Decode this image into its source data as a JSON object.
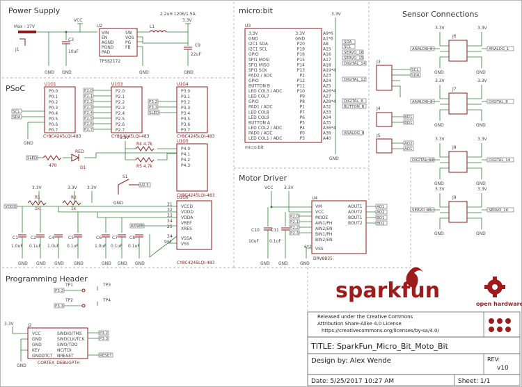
{
  "sections": {
    "power_supply": "Power Supply",
    "psoc": "PSoC",
    "microbit": "micro:bit",
    "sensor_connections": "Sensor Connections",
    "motor_driver": "Motor Driver",
    "programming_header": "Programming Header"
  },
  "power": {
    "max_label": "Max : 17V",
    "j1": "J1",
    "vcc": "VCC",
    "v33": "3.3V",
    "u2": "U2",
    "u2_pins_left": [
      "VIN",
      "EN",
      "AGND",
      "PGND",
      "PAD"
    ],
    "u2_pins_right": [
      "SW",
      "VOS",
      "PG",
      "FB"
    ],
    "u2_part": "TPS62172",
    "c3": "C3",
    "c3_val": "10uF",
    "c9": "C9",
    "c9_val": "22uF",
    "l1": "L1",
    "l1_val": "2.2uH 1206/1.5A",
    "gnd": "GND"
  },
  "microbit": {
    "u3": "U3",
    "footer": "micro:bit",
    "left": [
      "3.3V",
      "GND",
      "I2C1 SDA",
      "I2C1 SCL",
      "GPIO",
      "SPI1 MOSI",
      "SPI1 MISO",
      "SPI1 SCK",
      "PAD2 / ADC",
      "GPIO",
      "BUTTON B",
      "LED COL3 / ADC",
      "LED COL7",
      "GPIO",
      "PAD1 / ADC",
      "LED COL8",
      "LED COL9",
      "BUTTON A",
      "LED COL2 / ADC",
      "PAD0 / ADC",
      "LED COL1 / ADC"
    ],
    "right_pin": [
      "3.3V",
      "GND",
      "P20",
      "P19",
      "P16",
      "P15",
      "P14",
      "P13",
      "P2",
      "P12",
      "P11",
      "P10",
      "P9",
      "P8",
      "P1",
      "P7",
      "P6",
      "P5",
      "P4",
      "P0",
      "P3"
    ],
    "right_pad": [
      "A9*6",
      "A1*6",
      "A8",
      "A15",
      "A16",
      "A17",
      "A18",
      "A19*4",
      "A23",
      "A24",
      "A25",
      "A26*4",
      "A27",
      "A28*4",
      "A32",
      "A33",
      "A34",
      "A35",
      "A36*4",
      "A39",
      "A40"
    ],
    "nets": [
      "SDA",
      "SCL",
      "SERVO_16",
      "SERVO_15",
      "DIGITAL_14",
      "DIGITAL_12",
      "DIGITAL_8",
      "BUTTON_B",
      "ANALOG_0"
    ]
  },
  "psoc": {
    "u1g1": "U1G1",
    "u1g1_pins": [
      "P0.0",
      "P0.1",
      "P0.2",
      "P0.3",
      "P0.4",
      "P0.5",
      "P0.6",
      "P0.7"
    ],
    "u1g1_nets": [
      "SCL",
      "SDA"
    ],
    "u1g3": "U1G3",
    "u1g3_pins": [
      "P2.0",
      "P2.1",
      "P2.2",
      "P2.3",
      "P2.4",
      "P2.5",
      "P2.6",
      "P2.7"
    ],
    "u1g3_nets": [
      "P2.0",
      "P2.1",
      "P2.2",
      "P2.3",
      "P2.4",
      "P2.5",
      "P2.6",
      "P2.7"
    ],
    "u1g4": "U1G4",
    "u1g4_pins": [
      "P3.0",
      "P3.1",
      "P3.2",
      "P3.3",
      "P3.4",
      "P3.5",
      "P3.6",
      "P3.7"
    ],
    "u1g4_nets": [
      "P3.2",
      "P3.3",
      "SLED"
    ],
    "part": "CY8C4245LQI-483",
    "u1g5": "U1G5",
    "u1g5_pins": [
      "P4.0",
      "P4.1",
      "P4.2",
      "P4.3"
    ],
    "r4": "R4 4.7k",
    "r5": "R5 4.7k",
    "sled": "SLED",
    "r3val": "470",
    "red": "RED",
    "d1": "D1",
    "s1": "S1",
    "u2_5": "U2.5",
    "r1": "R1",
    "r2": "R2",
    "r1_val": "1k",
    "vddd": "VDDD",
    "reset": "RESET",
    "u1g6": "U1G6",
    "u1g6_pins": [
      "VCCD",
      "VDDD",
      "VDDA",
      "VREF",
      "XRES",
      "VSSA",
      "VSS"
    ],
    "u1g6_nums": [
      "31",
      "32",
      "33",
      "34",
      "25",
      "34",
      "9*2"
    ],
    "caps": [
      {
        "name": "C1",
        "val": "1.0uF"
      },
      {
        "name": "C2",
        "val": "0.1uF"
      },
      {
        "name": "C4",
        "val": "1.0uF"
      },
      {
        "name": "C5",
        "val": "0.1uF"
      },
      {
        "name": "C6",
        "val": "1.0uF"
      },
      {
        "name": "C7",
        "val": "0.1uF"
      },
      {
        "name": "C8",
        "val": "0.1uF"
      }
    ]
  },
  "sensors": {
    "j3": "J3",
    "j3_nets": [
      "SCL",
      "SDA"
    ],
    "j4": "J4",
    "j4_nets": [
      "BO1",
      "BO1"
    ],
    "j5": "J5",
    "j5_nets": [
      "AO2",
      "AO1"
    ],
    "j6": "J6",
    "j6_nets": [
      "ANALOG_0",
      "ANALOG_1"
    ],
    "j7": "J7",
    "j7_nets": [
      "ANALOG_2",
      "DIGITAL_8"
    ],
    "j8": "J8",
    "j8_nets": [
      "DIGITAL_12",
      "DIGITAL_14"
    ],
    "j9": "J9",
    "j9_nets": [
      "SERVO_15",
      "SERVO_16"
    ]
  },
  "motor": {
    "u4": "U4",
    "left": [
      "VM",
      "VCC",
      "MODE",
      "AIN1/PH",
      "AIN2/EN",
      "BIN1/PH",
      "BIN2/EN",
      "VSS"
    ],
    "right": [
      "AOUT1",
      "AOUT2",
      "BOUT1",
      "BOUT2"
    ],
    "outs": [
      "AO1",
      "AO2",
      "BO1",
      "BO2"
    ],
    "in_nets": [
      "P2.0",
      "P2.1",
      "P2.2",
      "P2.3"
    ],
    "vss_num": "6*2",
    "part": "DRV8835",
    "c10": "C10",
    "c10_val": "10uF",
    "c11": "C11",
    "c11_val": "0.1uF"
  },
  "prog": {
    "tp1": "TP1",
    "tp2": "TP2",
    "tp3": "TP3",
    "tp4": "TP4",
    "tp_nets": [
      "P3.2",
      "P3.3"
    ],
    "j2": "J2",
    "left": [
      "VCC",
      "GND",
      "GND",
      "KEY",
      "GNDDTCT"
    ],
    "right": [
      "SWDIO/TMS",
      "SWDCLK/TCK",
      "SWO/TDO",
      "NC/TDI",
      "NRESET"
    ],
    "nets": [
      "P3.2",
      "P3.3",
      "RESET"
    ],
    "part": "CORTEX_DEBUGPTH"
  },
  "title_block": {
    "brand": "sparkfun",
    "oh": "open hardware",
    "license_lines": [
      "Released under the Creative Commons",
      "Attribution Share-Alike 4.0 License",
      "https://creativecommons.org/licenses/by-sa/4.0/"
    ],
    "title": "TITLE: SparkFun_Micro_Bit_Moto_Bit",
    "design": "Design by: Alex Wende",
    "rev_label": "REV:",
    "rev": "v10",
    "date": "Date: 5/25/2017 10:27 AM",
    "sheet": "Sheet: 1/1"
  },
  "colors": {
    "component": "#8b1a1a",
    "wire": "#2e7d32",
    "brand": "#9e1b1b"
  }
}
